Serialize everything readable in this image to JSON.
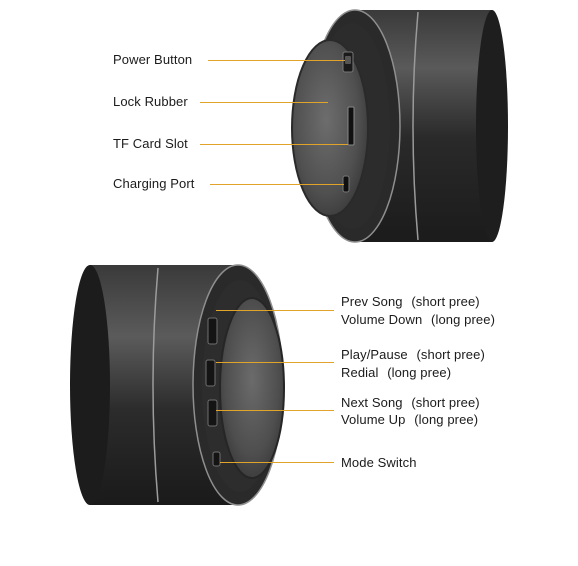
{
  "top_speaker": {
    "labels": {
      "power": "Power Button",
      "lock": "Lock Rubber",
      "tf": "TF Card Slot",
      "charging": "Charging Port"
    }
  },
  "bottom_speaker": {
    "labels": {
      "prev_1_main": "Prev Song",
      "prev_1_note": "(short pree)",
      "prev_2_main": "Volume Down",
      "prev_2_note": "(long pree)",
      "play_1_main": "Play/Pause",
      "play_1_note": "(short pree)",
      "play_2_main": "Redial",
      "play_2_note": "(long pree)",
      "next_1_main": "Next Song",
      "next_1_note": "(short pree)",
      "next_2_main": "Volume Up",
      "next_2_note": "(long pree)",
      "mode": "Mode Switch"
    }
  },
  "colors": {
    "leader": "#e2a32a",
    "body_dark": "#2b2b2b",
    "body_mid": "#4a4a4a",
    "rim": "#bfbfbf"
  }
}
